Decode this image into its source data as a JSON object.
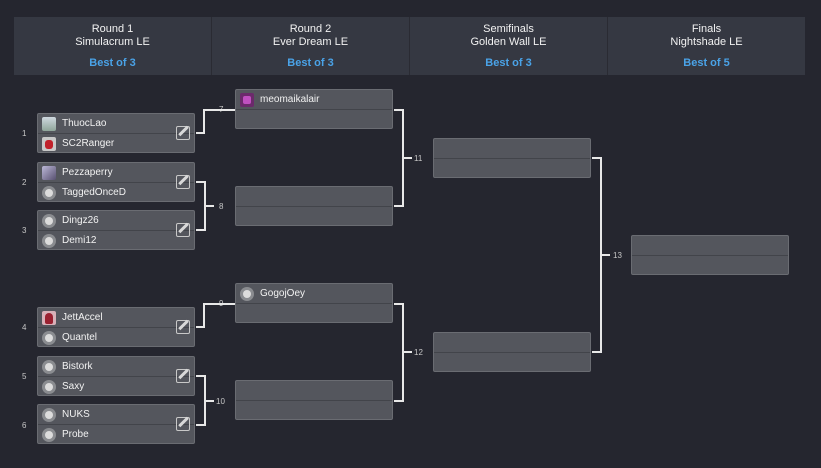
{
  "rounds": [
    {
      "name": "Round 1",
      "map": "Simulacrum LE",
      "best_of": "Best of 3"
    },
    {
      "name": "Round 2",
      "map": "Ever Dream LE",
      "best_of": "Best of 3"
    },
    {
      "name": "Semifinals",
      "map": "Golden Wall LE",
      "best_of": "Best of 3"
    },
    {
      "name": "Finals",
      "map": "Nightshade LE",
      "best_of": "Best of 5"
    }
  ],
  "matches": {
    "m1": {
      "num": "1",
      "p1": "ThuocLao",
      "p1_icon": "avatar-icon",
      "p2": "SC2Ranger",
      "p2_icon": "avatar-icon"
    },
    "m2": {
      "num": "2",
      "p1": "Pezzaperry",
      "p1_icon": "avatar-icon",
      "p2": "TaggedOnceD",
      "p2_icon": "terran-icon"
    },
    "m3": {
      "num": "3",
      "p1": "Dingz26",
      "p1_icon": "terran-icon",
      "p2": "Demi12",
      "p2_icon": "terran-icon"
    },
    "m4": {
      "num": "4",
      "p1": "JettAccel",
      "p1_icon": "avatar-icon",
      "p2": "Quantel",
      "p2_icon": "terran-icon"
    },
    "m5": {
      "num": "5",
      "p1": "Bistork",
      "p1_icon": "terran-icon",
      "p2": "Saxy",
      "p2_icon": "terran-icon"
    },
    "m6": {
      "num": "6",
      "p1": "NUKS",
      "p1_icon": "terran-icon",
      "p2": "Probe",
      "p2_icon": "terran-icon"
    },
    "m7": {
      "num": "7",
      "p1": "meomaikalair",
      "p1_icon": "zerg-icon",
      "p2": ""
    },
    "m8": {
      "num": "8",
      "p1": "",
      "p2": ""
    },
    "m9": {
      "num": "9",
      "p1": "GogojOey",
      "p1_icon": "terran-icon",
      "p2": ""
    },
    "m10": {
      "num": "10",
      "p1": "",
      "p2": ""
    },
    "m11": {
      "num": "11",
      "p1": "",
      "p2": ""
    },
    "m12": {
      "num": "12",
      "p1": "",
      "p2": ""
    },
    "m13": {
      "num": "13",
      "p1": "",
      "p2": ""
    }
  }
}
